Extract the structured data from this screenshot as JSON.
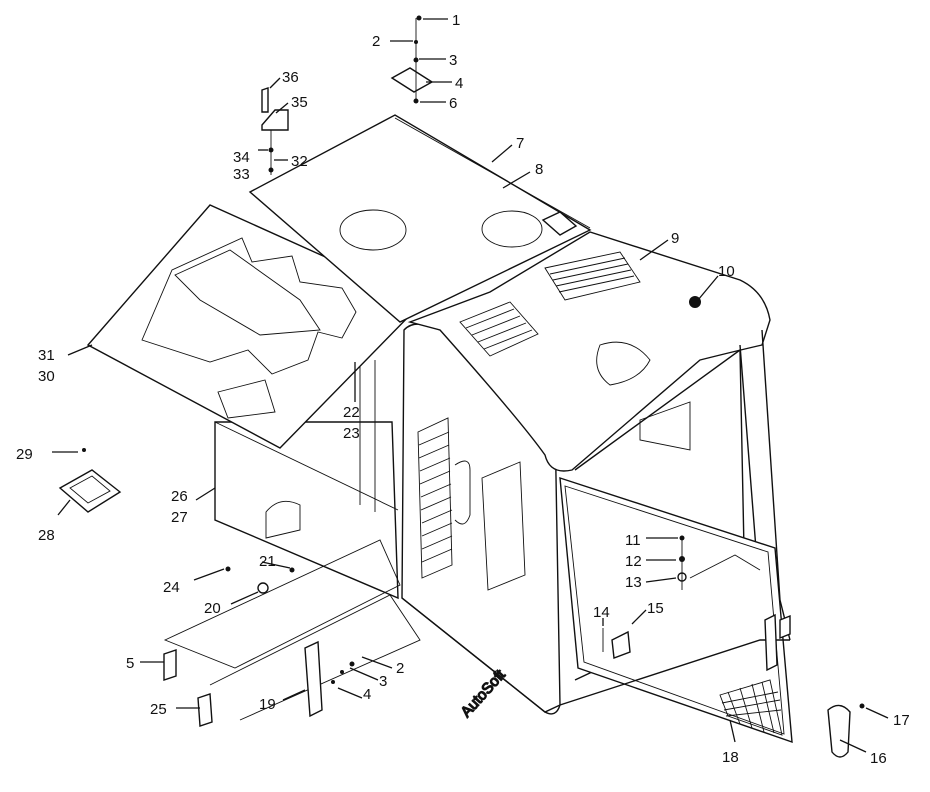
{
  "callouts": [
    "1",
    "2",
    "3",
    "4",
    "6",
    "36",
    "35",
    "34",
    "33",
    "32",
    "7",
    "8",
    "9",
    "10",
    "31",
    "30",
    "22",
    "23",
    "29",
    "28",
    "26",
    "27",
    "21",
    "24",
    "20",
    "5",
    "19",
    "2",
    "3",
    "4",
    "25",
    "11",
    "12",
    "13",
    "14",
    "15",
    "17",
    "16",
    "18"
  ],
  "watermark": "AutoSoft"
}
